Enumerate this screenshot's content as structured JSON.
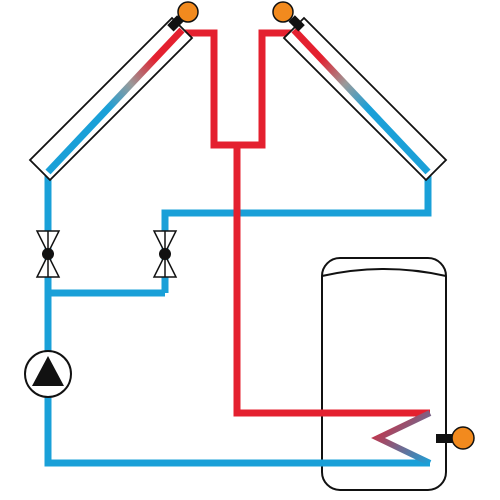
{
  "diagram": {
    "description_labels": [],
    "colors": {
      "hot": "#e4202f",
      "cold": "#1aa0d8",
      "sensor": "#f28a1e",
      "outline": "#111111",
      "background": "#ffffff"
    },
    "components": {
      "collectors": [
        "collector-left",
        "collector-right"
      ],
      "sensors": [
        "collector-left-sensor",
        "collector-right-sensor",
        "tank-sensor"
      ],
      "valves": [
        "valve-left",
        "valve-right"
      ],
      "pump": "circulation-pump",
      "tank": "storage-tank",
      "coil": "heat-exchanger-coil"
    }
  }
}
